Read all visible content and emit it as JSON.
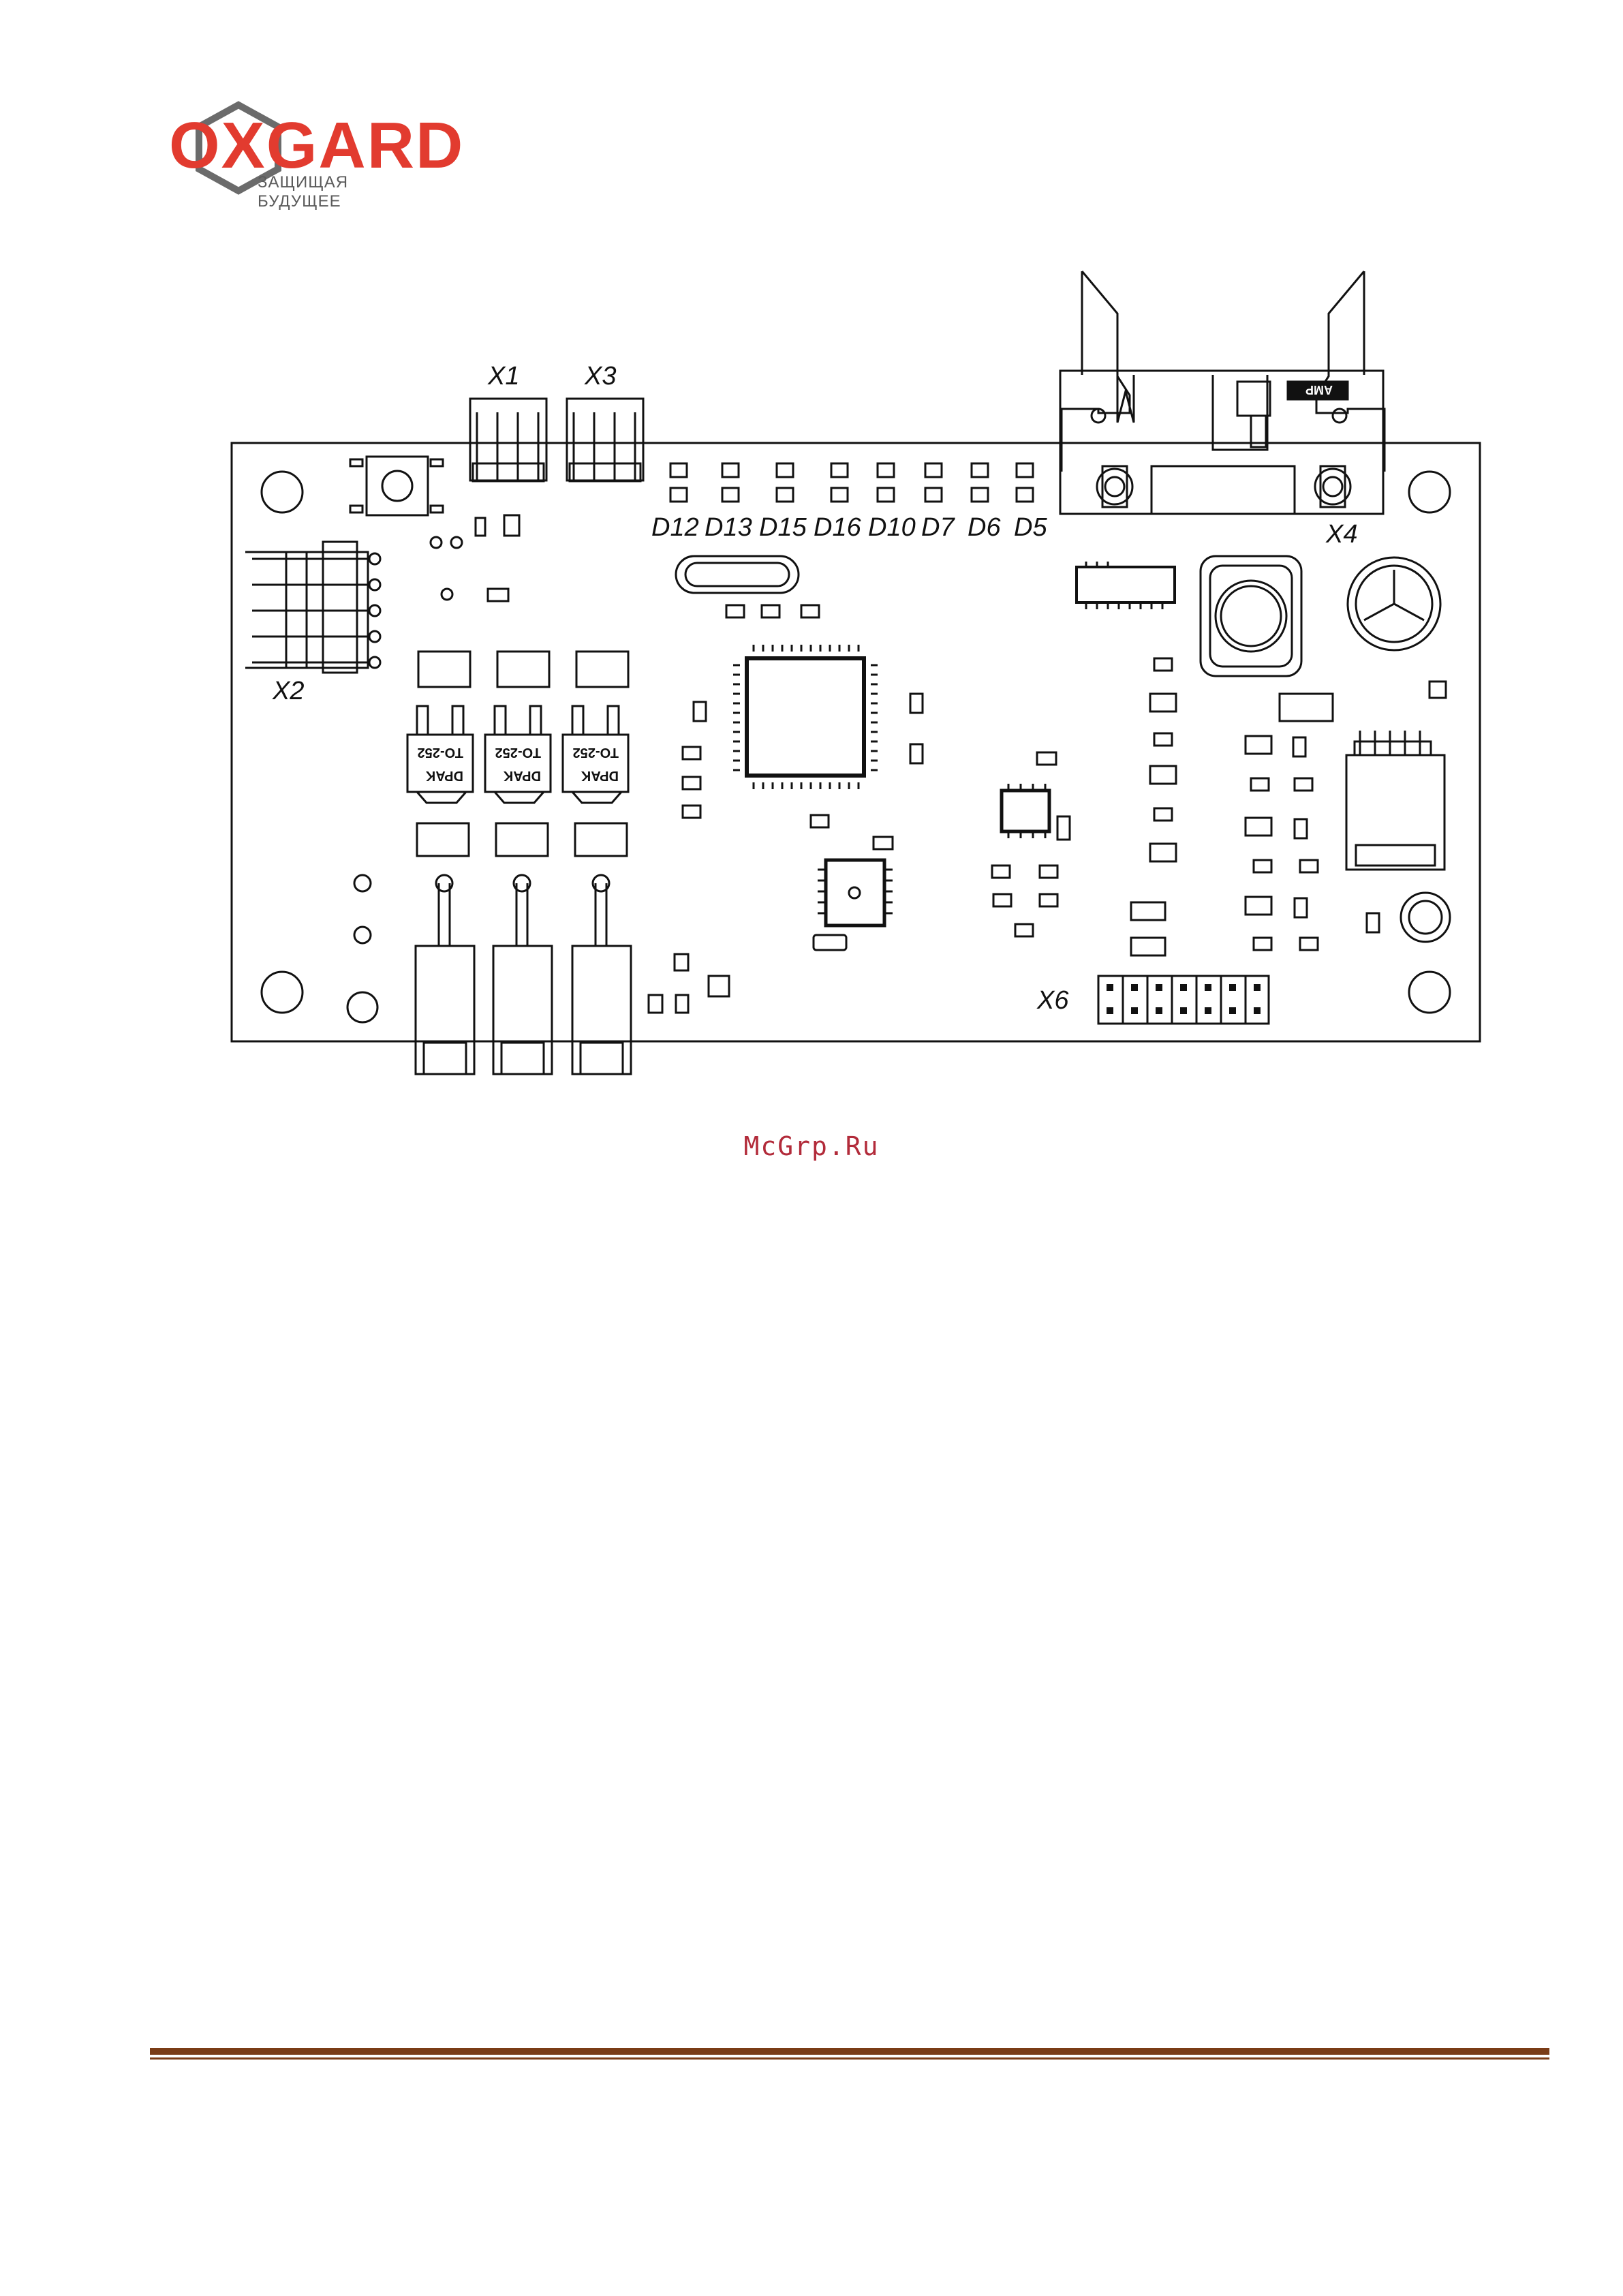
{
  "logo": {
    "wordmark": "OXGARD",
    "tagline": "ЗАЩИЩАЯ БУДУЩЕЕ",
    "brand_color": "#e23b2f",
    "shield_color": "#6b6b6b"
  },
  "board": {
    "connectors": {
      "x1": "X1",
      "x2": "X2",
      "x3": "X3",
      "x4": "X4",
      "x6": "X6"
    },
    "leds": [
      "D12",
      "D13",
      "D15",
      "D16",
      "D10",
      "D7",
      "D6",
      "D5"
    ],
    "packages": {
      "dpak": "DPAK",
      "to252": "TO-252"
    },
    "header_brand": "AMP",
    "line_color": "#111111"
  },
  "watermark": "McGrp.Ru",
  "footer": {
    "rule_color": "#7a3c17"
  }
}
